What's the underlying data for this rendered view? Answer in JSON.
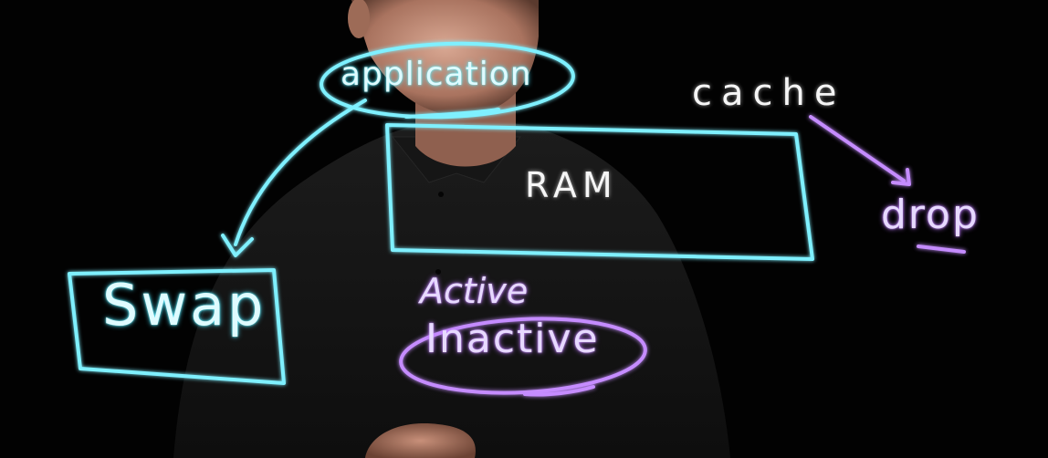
{
  "board": {
    "application_label": "application",
    "cache_label": "cache",
    "ram_label": "RAM",
    "swap_label": "Swap",
    "drop_label": "drop",
    "active_label": "Active",
    "inactive_label": "Inactive"
  },
  "colors": {
    "cyan_ink": "#7ff0ff",
    "white_ink": "#f2f2f2",
    "violet_ink": "#c58cff",
    "background": "#020202"
  }
}
